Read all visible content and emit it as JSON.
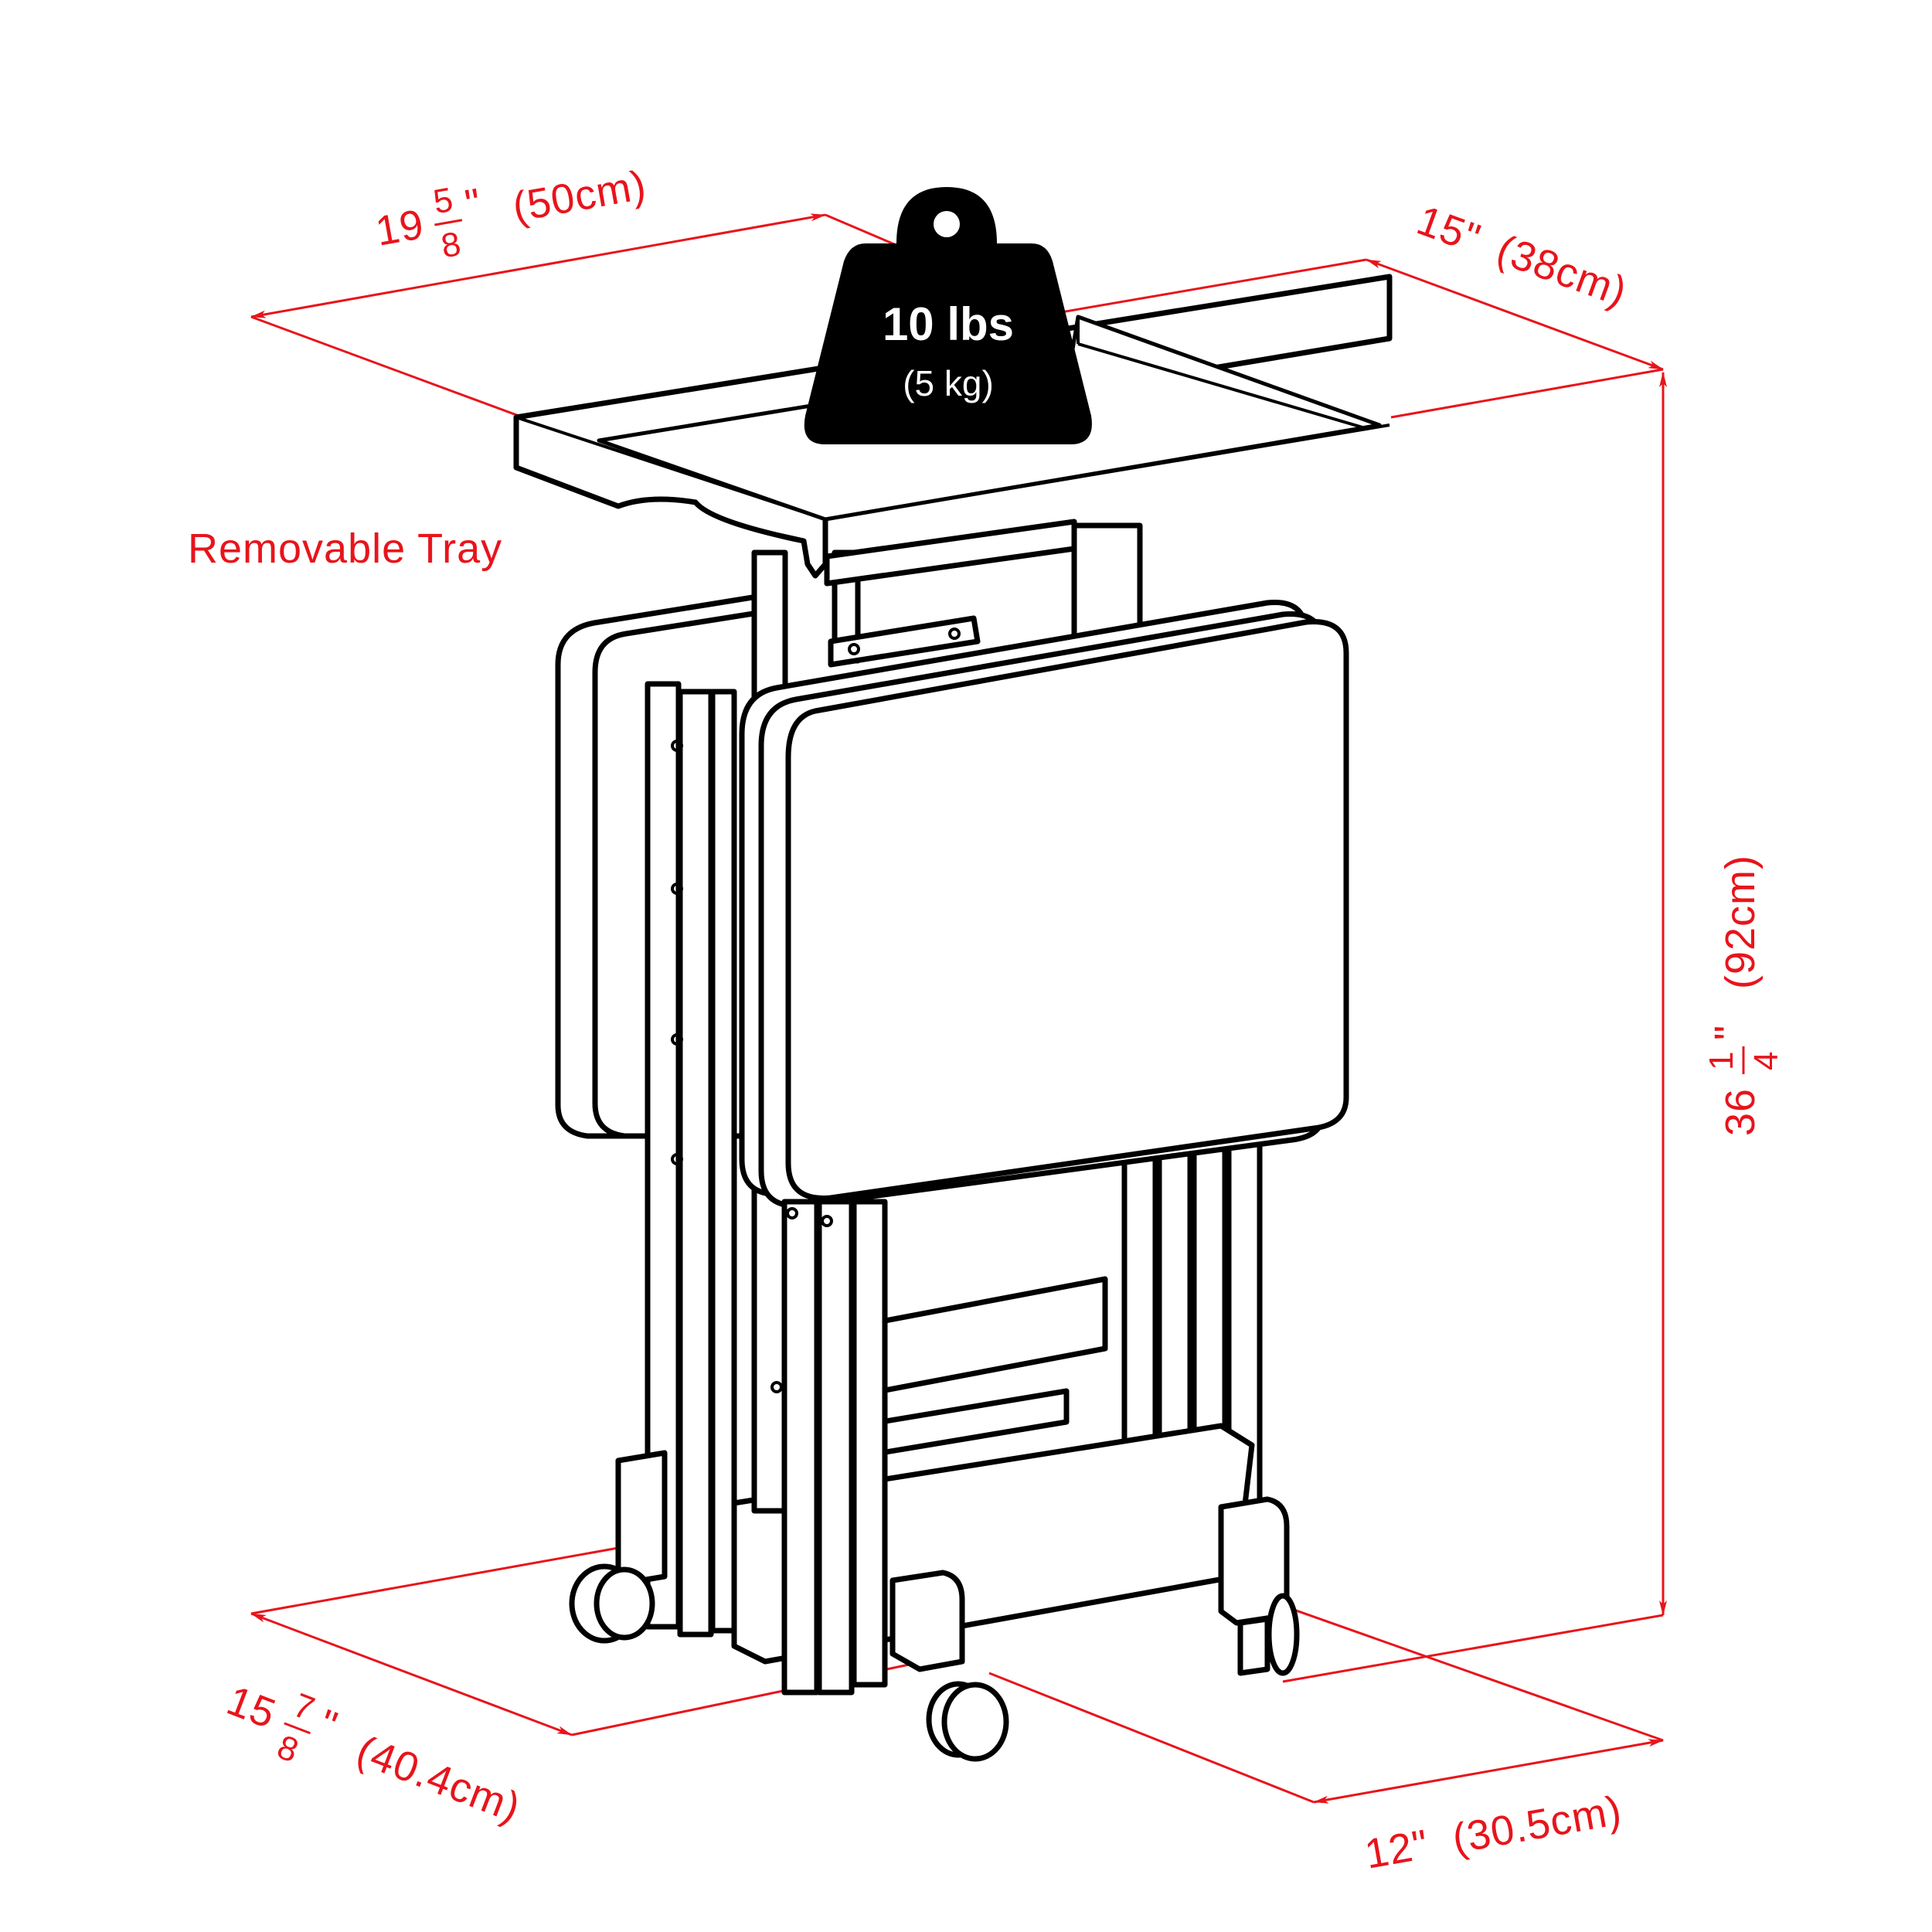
{
  "weight": {
    "primary": "10 lbs",
    "secondary": "(5 kg)"
  },
  "labels": {
    "removable_tray": "Removable Tray"
  },
  "dimensions": {
    "top_width": {
      "whole": "19",
      "num": "5",
      "den": "8",
      "unit": "\"",
      "metric": "(50cm)"
    },
    "top_depth": {
      "text": "15\"",
      "metric": "(38cm)"
    },
    "height": {
      "whole": "36",
      "num": "1",
      "den": "4",
      "unit": "\"",
      "metric": "(92cm)"
    },
    "base_width": {
      "whole": "15",
      "num": "7",
      "den": "8",
      "unit": "\"",
      "metric": "(40.4cm)"
    },
    "base_depth": {
      "text": "12\"",
      "metric": "(30.5cm)"
    }
  },
  "colors": {
    "dimension_red": "#e8141b",
    "line_black": "#000000"
  }
}
